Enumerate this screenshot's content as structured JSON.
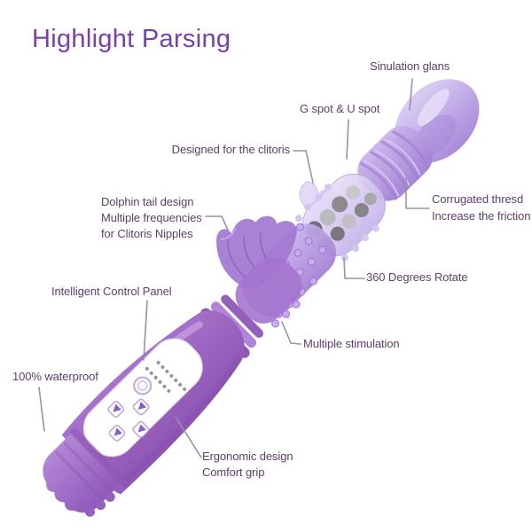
{
  "page": {
    "title": "Highlight Parsing",
    "title_color": "#7b3fa8",
    "background_color": "#ffffff"
  },
  "colors": {
    "label_text": "#5d4168",
    "leader_line": "#9b90ad",
    "product_purple": "#a678ce",
    "product_translucent": "#c3ace8",
    "panel_white": "#ffffff",
    "bead_gray": "#8d8d93"
  },
  "product": {
    "name": "purple rabbit vibrator illustration",
    "orientation": "diagonal bottom-left to top-right"
  },
  "annotations": [
    {
      "id": "simulation-glans",
      "lines": [
        "Sinulation glans"
      ]
    },
    {
      "id": "g-spot-u-spot",
      "lines": [
        "G spot & U spot"
      ]
    },
    {
      "id": "designed-for-clitoris",
      "lines": [
        "Designed for the clitoris"
      ]
    },
    {
      "id": "corrugated-thread",
      "lines": [
        "Corrugated thresd",
        "Increase the friction"
      ]
    },
    {
      "id": "dolphin-tail",
      "lines": [
        "Dolphin tail design",
        "Multiple frequencies",
        "for Clitoris Nipples"
      ]
    },
    {
      "id": "rotate-360",
      "lines": [
        "360 Degrees Rotate"
      ]
    },
    {
      "id": "control-panel",
      "lines": [
        "Intelligent Control Panel"
      ]
    },
    {
      "id": "multiple-stimulation",
      "lines": [
        "Multiple stimulation"
      ]
    },
    {
      "id": "waterproof",
      "lines": [
        "100% waterproof"
      ]
    },
    {
      "id": "ergonomic",
      "lines": [
        "Ergonomic design",
        "Comfort grip"
      ]
    }
  ]
}
